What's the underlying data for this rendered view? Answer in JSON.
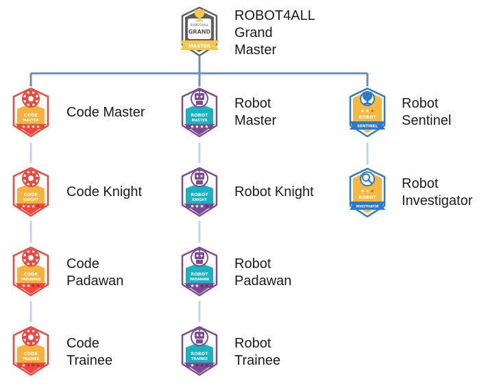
{
  "colors": {
    "connector_main": "#6a8eb5",
    "connector_light": "#c9d3dd",
    "code": "#f0463c",
    "code_inner": "#f6b23c",
    "robot": "#7b4a93",
    "robot_inner": "#19b2c2",
    "sentinel": "#2b79c8",
    "sentinel_inner": "#f6b83f",
    "grand": "#5f5f5f",
    "grand_inner": "#f4c84a"
  },
  "nodes": {
    "grand": {
      "lines": [
        "ROBOT4ALL",
        "Grand",
        "Master"
      ],
      "badge_top": "ROBOT4ALL",
      "badge_text": "GRAND",
      "ribbon": "MASTER",
      "icon": "trophy-icon"
    },
    "code_master": {
      "lines": [
        "Code Master"
      ],
      "badge_text": "CODE",
      "badge_sub": "MASTER",
      "stars": 4,
      "icon": "gear-icon"
    },
    "code_knight": {
      "lines": [
        "Code Knight"
      ],
      "badge_text": "CODE",
      "badge_sub": "KNIGHT",
      "stars": 3,
      "icon": "gear-icon"
    },
    "code_padawan": {
      "lines": [
        "Code",
        "Padawan"
      ],
      "badge_text": "CODE",
      "badge_sub": "PADAWAN",
      "stars": 2,
      "icon": "gear-icon"
    },
    "code_trainee": {
      "lines": [
        "Code",
        "Trainee"
      ],
      "badge_text": "CODE",
      "badge_sub": "TRAINEE",
      "stars": 1,
      "icon": "gear-icon"
    },
    "robot_master": {
      "lines": [
        "Robot",
        "Master"
      ],
      "badge_text": "ROBOT",
      "badge_sub": "MASTER",
      "stars": 4,
      "icon": "robot-icon"
    },
    "robot_knight": {
      "lines": [
        "Robot Knight"
      ],
      "badge_text": "ROBOT",
      "badge_sub": "KNIGHT",
      "stars": 3,
      "icon": "robot-icon"
    },
    "robot_padawan": {
      "lines": [
        "Robot",
        "Padawan"
      ],
      "badge_text": "ROBOT",
      "badge_sub": "PADAWAN",
      "stars": 2,
      "icon": "robot-icon"
    },
    "robot_trainee": {
      "lines": [
        "Robot",
        "Trainee"
      ],
      "badge_text": "ROBOT",
      "badge_sub": "TRAINEE",
      "stars": 1,
      "icon": "robot-icon"
    },
    "robot_sentinel": {
      "lines": [
        "Robot",
        "Sentinel"
      ],
      "badge_text": "ROBOT",
      "ribbon": "SENTINEL",
      "stars": 2,
      "icon": "trophy-icon"
    },
    "robot_investigator": {
      "lines": [
        "Robot",
        "Investigator"
      ],
      "badge_text": "ROBOT",
      "ribbon": "INVESTIGATOR",
      "stars": 2,
      "icon": "magnifier-icon"
    }
  }
}
